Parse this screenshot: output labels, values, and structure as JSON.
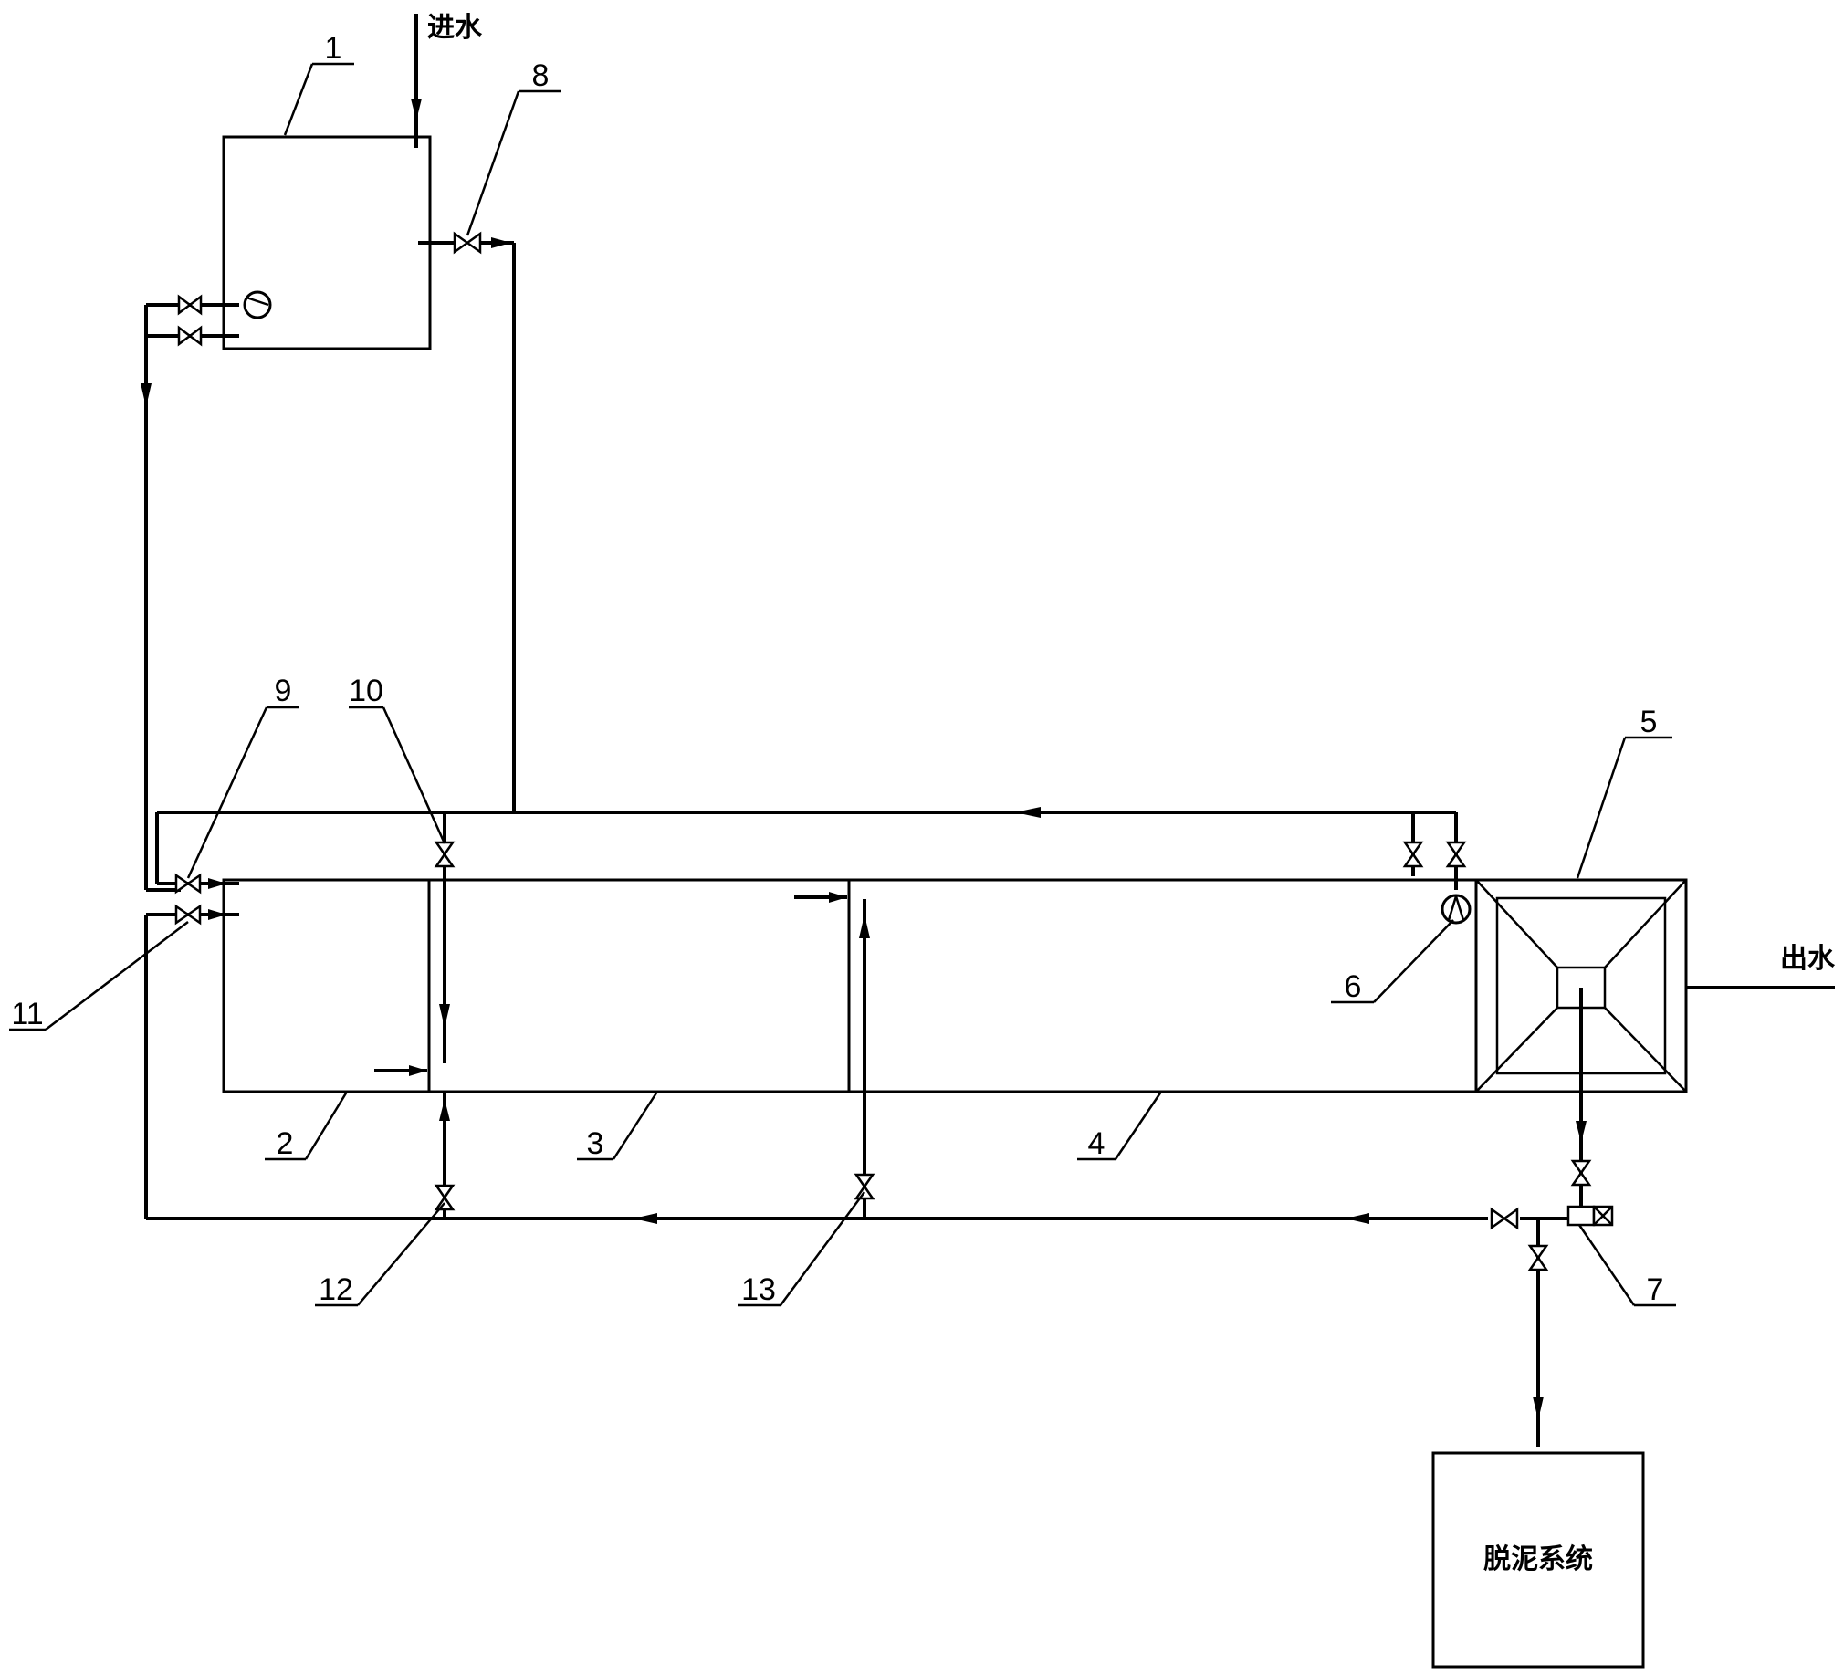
{
  "texts": {
    "inlet": "进水",
    "outlet": "出水",
    "sludge_system": "脱泥系统"
  },
  "labels": {
    "n1": "1",
    "n2": "2",
    "n3": "3",
    "n4": "4",
    "n5": "5",
    "n6": "6",
    "n7": "7",
    "n8": "8",
    "n9": "9",
    "n10": "10",
    "n11": "11",
    "n12": "12",
    "n13": "13"
  },
  "colors": {
    "line": "#000000",
    "background": "#ffffff"
  }
}
